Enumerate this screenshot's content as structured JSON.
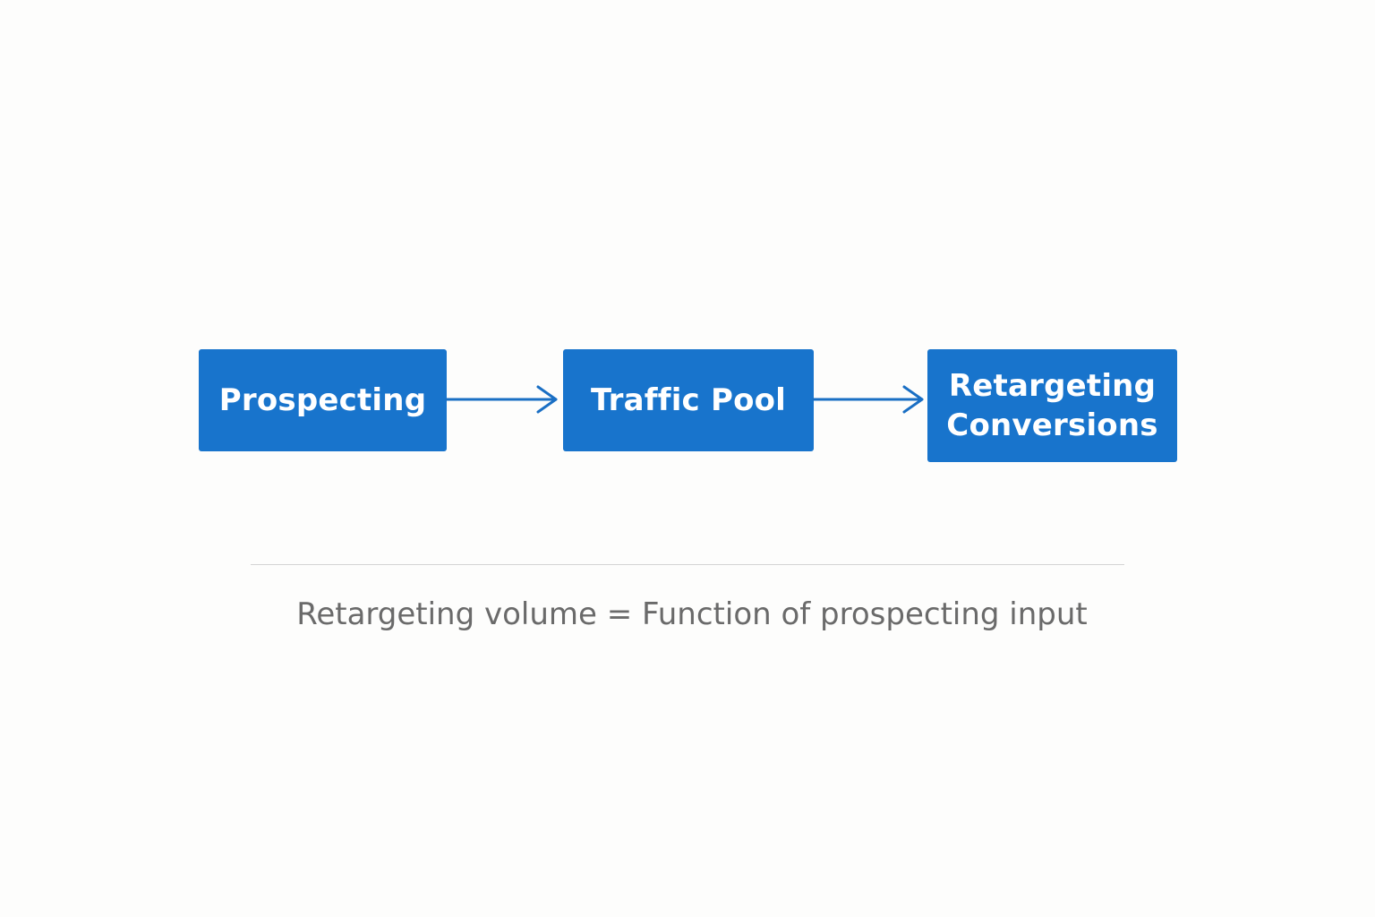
{
  "diagram": {
    "nodes": [
      {
        "id": "prospecting",
        "label": "Prospecting"
      },
      {
        "id": "traffic-pool",
        "label": "Traffic Pool"
      },
      {
        "id": "retargeting-conversions",
        "label": "Retargeting\nConversions"
      }
    ],
    "edges": [
      {
        "from": "prospecting",
        "to": "traffic-pool"
      },
      {
        "from": "traffic-pool",
        "to": "retargeting-conversions"
      }
    ],
    "caption": "Retargeting volume = Function of prospecting input"
  },
  "colors": {
    "node_fill": "#1874cc",
    "node_text": "#ffffff",
    "arrow": "#1a6fc4",
    "caption_text": "#6a6a6a",
    "divider": "#d4d4d4",
    "background": "#fdfdfc"
  }
}
